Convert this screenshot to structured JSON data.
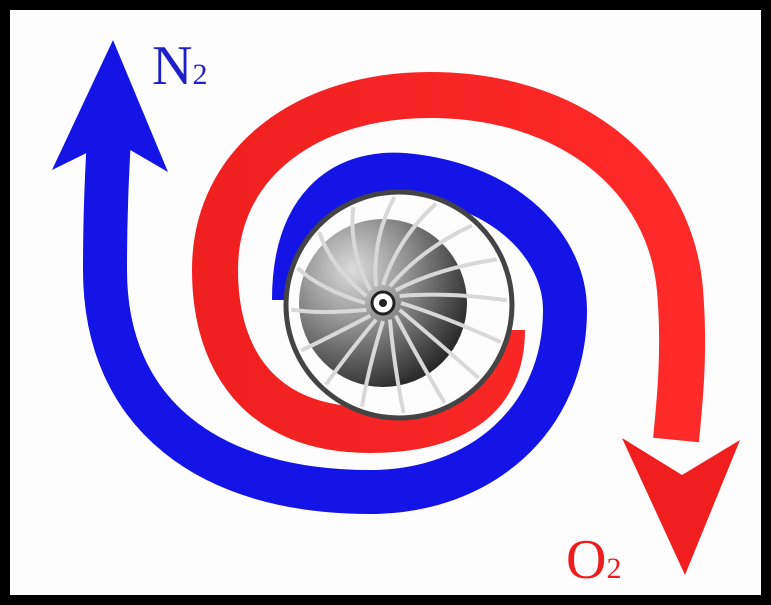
{
  "labels": {
    "nitrogen": {
      "symbol": "N",
      "subscript": "2",
      "color": "#1f1fc8"
    },
    "oxygen": {
      "symbol": "O",
      "subscript": "2",
      "color": "#ee1c1c"
    }
  },
  "colors": {
    "frame": "#000000",
    "background": "#fdfdfd",
    "nitrogen_stream": "#1414e6",
    "oxygen_stream": "#f01e1e",
    "rotor_dark": "#1e1e1e",
    "rotor_light": "#cfcfcf",
    "rotor_rim": "#444444"
  },
  "icons": {
    "nitrogen_arrow": "upward-arrow-icon",
    "oxygen_arrow": "downward-arrow-icon",
    "rotor": "turbine-rotor-icon"
  }
}
